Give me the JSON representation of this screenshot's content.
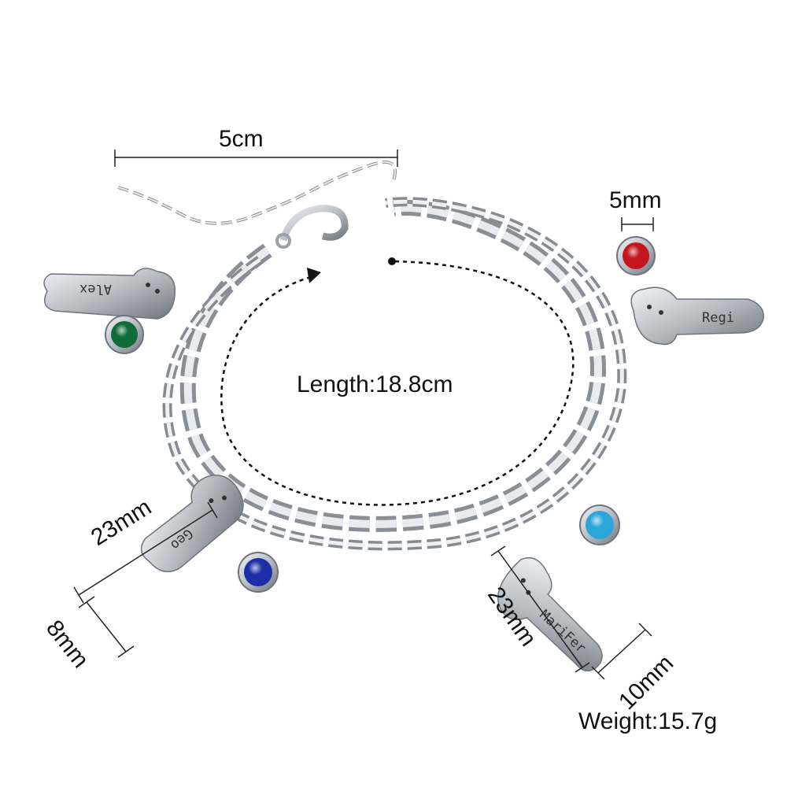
{
  "labels": {
    "extender": "5cm",
    "stone_size": "5mm",
    "length": "Length:18.8cm",
    "left_charm_height": "23mm",
    "left_charm_width": "8mm",
    "right_charm_height": "23mm",
    "right_charm_width": "10mm",
    "weight": "Weight:15.7g"
  },
  "charms": [
    {
      "name": "Alex",
      "stone_color": "#0f6b3a"
    },
    {
      "name": "Regi",
      "stone_color": "#c4161c"
    },
    {
      "name": "Geo",
      "stone_color": "#1d2fa8"
    },
    {
      "name": "MariFer",
      "stone_color": "#2aa7d8"
    }
  ],
  "colors": {
    "metal": "#c9ccd1",
    "metal_dark": "#7d828a",
    "text": "#111111"
  }
}
